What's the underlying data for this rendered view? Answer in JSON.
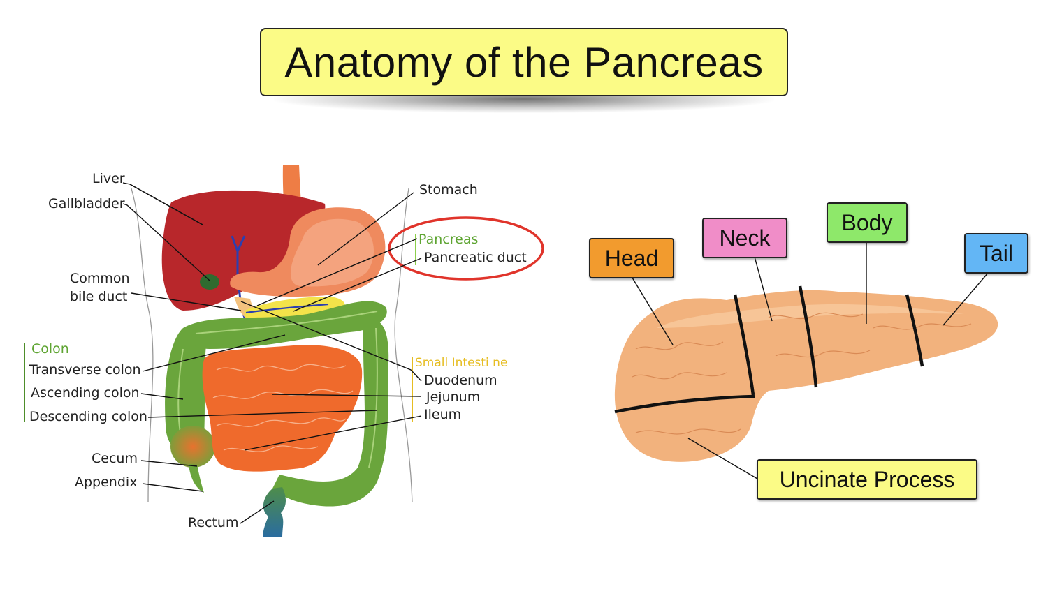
{
  "title": "Anatomy of the Pancreas",
  "left_diagram": {
    "labels": {
      "liver": "Liver",
      "gallbladder": "Gallbladder",
      "common_bile_duct_line1": "Common",
      "common_bile_duct_line2": "bile duct",
      "stomach": "Stomach",
      "pancreas": "Pancreas",
      "pancreatic_duct": "Pancreatic duct",
      "colon_group": "Colon",
      "transverse_colon": "Transverse colon",
      "ascending_colon": "Ascending colon",
      "descending_colon": "Descending colon",
      "small_intestine_group": "Small Intesti ne",
      "duodenum": "Duodenum",
      "jejunum": "Jejunum",
      "ileum": "Ileum",
      "cecum": "Cecum",
      "appendix": "Appendix",
      "rectum": "Rectum"
    },
    "colors": {
      "liver": "#b8272b",
      "stomach": "#ef8a5e",
      "colon": "#6aa53c",
      "small_intestine": "#ef6a2c",
      "pancreas": "#f3e34a",
      "highlight_circle": "#e0342b",
      "colon_label": "#5fa533",
      "small_intestine_label": "#e6bd22"
    }
  },
  "right_diagram": {
    "parts": {
      "head": "Head",
      "neck": "Neck",
      "body": "Body",
      "tail": "Tail",
      "uncinate": "Uncinate Process"
    },
    "colors": {
      "head": "#f29b2e",
      "neck": "#f08dc8",
      "body": "#8ee86a",
      "tail": "#63b6f5",
      "uncinate": "#fbfb86",
      "pancreas_tissue": "#f2b27d"
    }
  }
}
